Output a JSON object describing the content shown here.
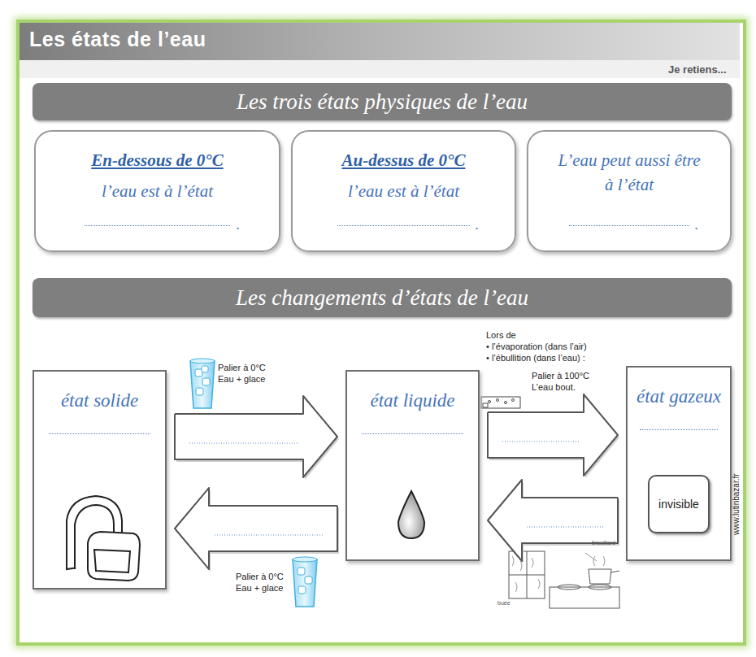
{
  "diagram": {
    "title": "Les états de l’eau",
    "nodes": [
      {
        "text": [
          "Les trois états physiques de l’eau"
        ]
      },
      {
        "text": [
          "En-dessous de 0°C",
          "l’eau est à l’état"
        ]
      },
      {
        "text": [
          "Au-dessus de 0°C",
          "l’eau est à l’état"
        ]
      },
      {
        "text": [
          "L’eau peut aussi être à l’état"
        ]
      },
      {
        "text": [
          "Les changements d’états de l’eau"
        ]
      },
      {
        "text": [
          "état solide"
        ]
      },
      {
        "text": [
          "état liquide"
        ]
      },
      {
        "text": [
          "état gazeux"
        ]
      },
      {
        "text": [
          "invisible"
        ],
        "in": 7
      }
    ],
    "edges": [
      {
        "from": 5,
        "to": 6,
        "arrow": "to"
      },
      {
        "from": 6,
        "to": 7,
        "arrow": "to"
      },
      {
        "from": 7,
        "to": 6,
        "arrow": "to"
      },
      {
        "from": 6,
        "to": 5,
        "arrow": "to"
      }
    ],
    "labels": [
      "Je retiens...",
      ".",
      ".",
      ".",
      "Palier à 0°C",
      "Eau + glace",
      "Lors de",
      "• l’évaporation (dans l’air)",
      "• l’ébullition (dans l’eau) :",
      "Palier à 100°C",
      "L’eau bout.",
      "Palier à 0°C",
      "Eau + glace",
      "brouillard",
      "buée",
      "www.lutinbazar.fr"
    ]
  }
}
